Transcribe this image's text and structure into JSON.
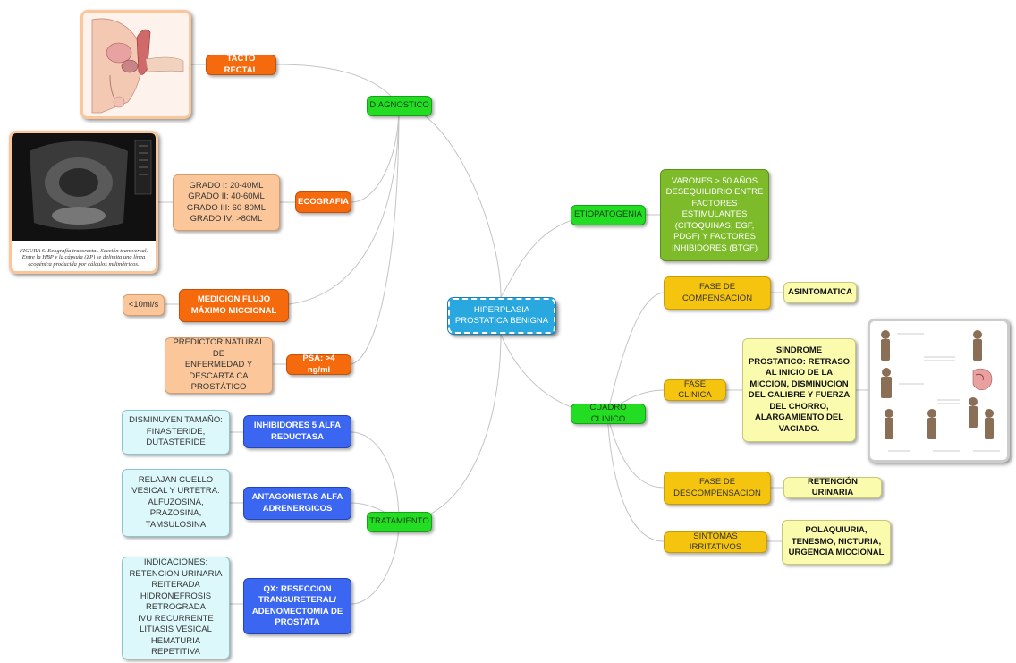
{
  "central": {
    "label": "HIPERPLASIA\nPROSTATICA BENIGNA"
  },
  "branches": {
    "diagnostico": {
      "label": "DIAGNOSTICO"
    },
    "etiopatogenia": {
      "label": "ETIOPATOGENIA"
    },
    "cuadro_clinico": {
      "label": "CUADRO CLINICO"
    },
    "tratamiento": {
      "label": "TRATAMIENTO"
    }
  },
  "diagnostico": {
    "tacto_rectal": {
      "label": "TACTO RECTAL"
    },
    "ecografia": {
      "label": "ECOGRAFIA"
    },
    "ecografia_grados": {
      "label": "GRADO I: 20-40ML\nGRADO II: 40-60ML\nGRADO III: 60-80ML\nGRADO IV: >80ML"
    },
    "ecografia_caption": "FIGURA 6. Ecografía transrectal. Sección transversal. Entre la HBP y la cápsula (ZP) se delimita una línea ecogénica producida por cálculos milimétricos.",
    "flujo": {
      "label": "MEDICION FLUJO\nMÁXIMO MICCIONAL"
    },
    "flujo_valor": {
      "label": "<10ml/s"
    },
    "psa": {
      "label": "PSA: >4 ng/ml"
    },
    "psa_desc": {
      "label": "PREDICTOR NATURAL DE\nENFERMEDAD Y\nDESCARTA CA\nPROSTÁTICO"
    }
  },
  "etiopatogenia": {
    "desc": {
      "label": "VARONES > 50 AÑOS\nDESEQUILIBRIO ENTRE\nFACTORES\nESTIMULANTES\n(CITOQUINAS, EGF,\nPDGF) Y FACTORES\nINHIBIDORES (BTGF)"
    }
  },
  "cuadro_clinico": {
    "compensacion": {
      "label": "FASE DE\nCOMPENSACION"
    },
    "asintomatica": {
      "label": "ASINTOMATICA"
    },
    "clinica": {
      "label": "FASE CLINICA"
    },
    "sindrome": {
      "label": "SINDROME\nPROSTATICO: RETRASO\nAL INICIO DE LA\nMICCION, DISMINUCION\nDEL CALIBRE Y FUERZA\nDEL CHORRO,\nALARGAMIENTO DEL\nVACIADO."
    },
    "descompensacion": {
      "label": "FASE DE\nDESCOMPENSACION"
    },
    "retencion": {
      "label": "RETENCIÓN URINARIA"
    },
    "irritativos": {
      "label": "SINTOMAS IRRITATIVOS"
    },
    "irritativos_desc": {
      "label": "POLAQUIURIA,\nTENESMO, NICTURIA,\nURGENCIA MICCIONAL"
    }
  },
  "tratamiento": {
    "inhibidores": {
      "label": "INHIBIDORES 5 ALFA\nREDUCTASA"
    },
    "inhibidores_desc": {
      "label": "DISMINUYEN TAMAÑO:\nFINASTERIDE,\nDUTASTERIDE"
    },
    "antagonistas": {
      "label": "ANTAGONISTAS ALFA\nADRENERGICOS"
    },
    "antagonistas_desc": {
      "label": "RELAJAN CUELLO\nVESICAL Y URTETRA:\nALFUZOSINA,\nPRAZOSINA,\nTAMSULOSINA"
    },
    "qx": {
      "label": "QX: RESECCION\nTRANSURETERAL/\nADENOMECTOMIA DE\nPROSTATA"
    },
    "qx_desc": {
      "label": "INDICACIONES:\nRETENCION URINARIA\nREITERADA\nHIDRONEFROSIS\nRETROGRADA\nIVU RECURRENTE\nLITIASIS VESICAL\nHEMATURIA REPETITIVA"
    }
  },
  "colors": {
    "central": "#29a8e0",
    "branch": "#22dd22",
    "diagnostico": "#f46a0c",
    "tratamiento": "#3a66f2",
    "cuadro_clinico": "#f5c40f",
    "etiopatogenia": "#7dbb2a",
    "link": "#bbbbbb"
  }
}
